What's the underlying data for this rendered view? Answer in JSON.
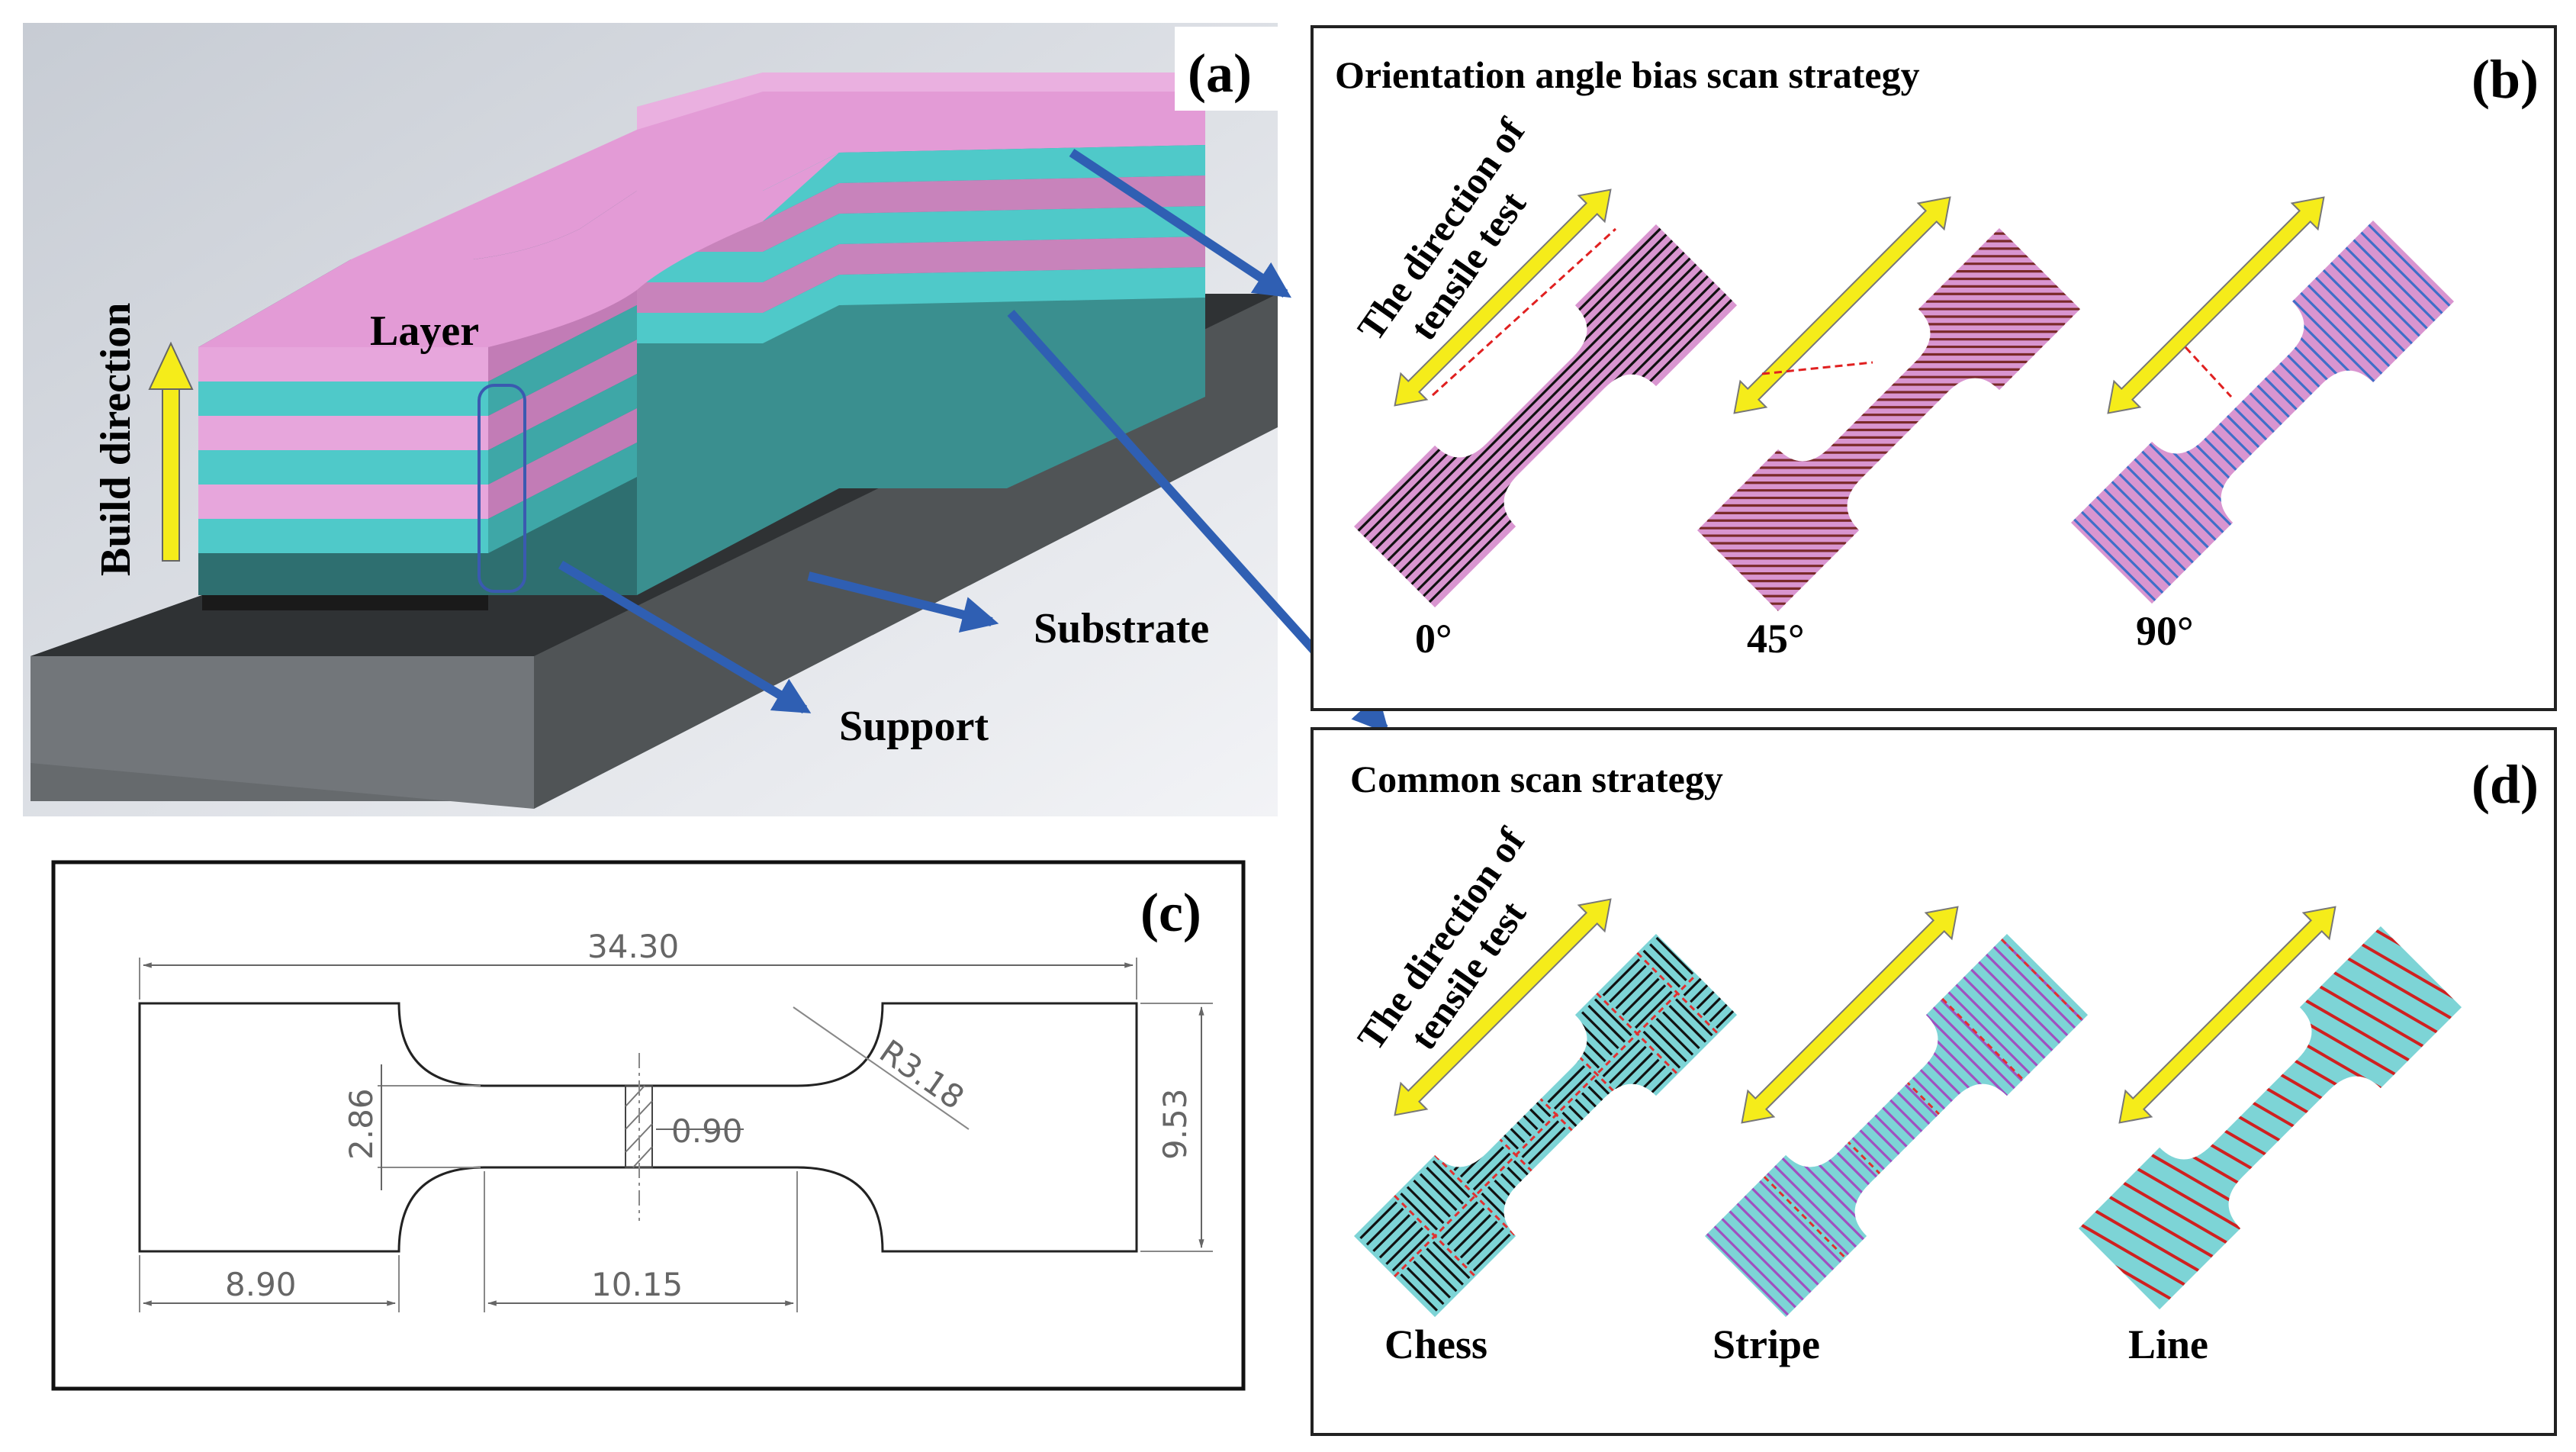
{
  "panel_a": {
    "label": "(a)",
    "layer_label": "Layer",
    "build_direction_label": "Build direction",
    "substrate_label": "Substrate",
    "support_label": "Support"
  },
  "panel_b": {
    "label": "(b)",
    "title": "Orientation angle bias scan strategy",
    "tensile_line1": "The direction of",
    "tensile_line2": "tensile test",
    "angles": [
      "0°",
      "45°",
      "90°"
    ],
    "colors": {
      "fill": "#d995d0",
      "hatch0": "#111111",
      "hatch45": "#7a2a2a",
      "hatch90": "#3f6fc8"
    }
  },
  "panel_c": {
    "label": "(c)",
    "dimensions": {
      "overall_length": "34.30",
      "gauge_width": "2.86",
      "grip_width": "9.53",
      "grip_length": "8.90",
      "gauge_length": "10.15",
      "radius": "R3.18",
      "thickness": "0.90"
    }
  },
  "panel_d": {
    "label": "(d)",
    "title": "Common scan strategy",
    "tensile_line1": "The direction of",
    "tensile_line2": "tensile test",
    "strategies": [
      "Chess",
      "Stripe",
      "Line"
    ],
    "colors": {
      "fill": "#7dd4d6",
      "chess": "#111111",
      "stripe": "#a050c0",
      "line": "#d02020",
      "divider": "#e03030"
    }
  },
  "colors": {
    "arrow_yellow": "#f5ec1a",
    "arrow_blue": "#2f5fb3",
    "pink": "#e39bd6",
    "teal": "#4fc9c9",
    "substrate": "#55585a"
  }
}
